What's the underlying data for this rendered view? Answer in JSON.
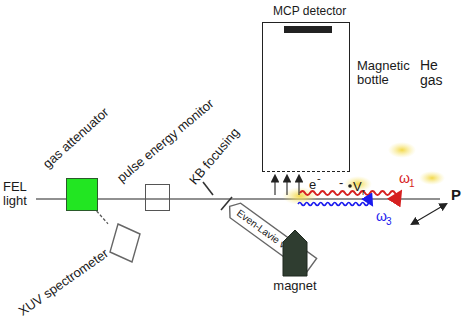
{
  "diagram": {
    "nodes": [
      {
        "text": [
          "gas attenuator"
        ]
      },
      {
        "text": [
          "XUV spectrometer"
        ]
      },
      {
        "text": [
          "pulse energy monitor"
        ]
      },
      {
        "text": [
          "MCP detector",
          "Magnetic bottle"
        ]
      },
      {
        "text": [
          "Even-Lavie valve"
        ]
      },
      {
        "text": [
          "magnet"
        ]
      }
    ],
    "edges": [
      {
        "from": 0,
        "to": 1,
        "arrow": "none"
      }
    ],
    "labels": [
      "FEL light",
      "KB focusing",
      "e",
      "-",
      "-",
      "V",
      "r",
      "He gas",
      "ω",
      "1",
      "ω",
      "3",
      "P"
    ]
  }
}
